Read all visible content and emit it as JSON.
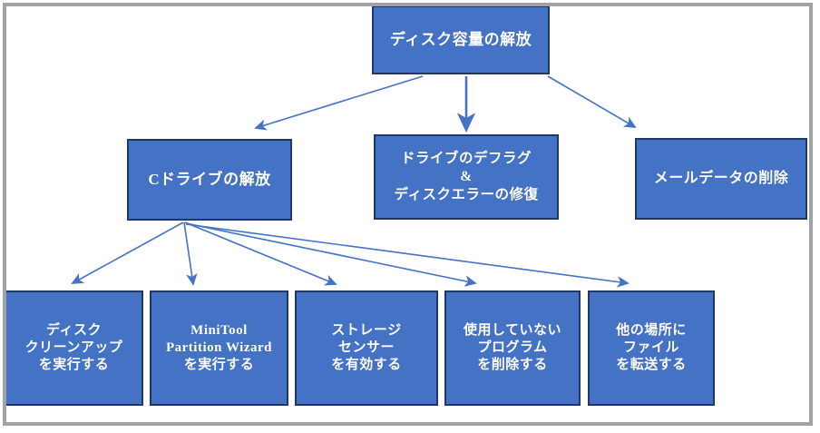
{
  "diagram": {
    "title_node": "ディスク容量の解放",
    "colors": {
      "node_fill": "#4472C4",
      "node_border": "#1F3864",
      "node_text": "#FFFFFF",
      "arrow": "#4472C4",
      "frame": "#A0A3A6",
      "background": "#FFFFFF"
    },
    "type": "tree-flowchart",
    "nodes": {
      "root": {
        "lines": [
          "ディスク容量の解放"
        ]
      },
      "c_drive": {
        "lines": [
          "Cドライブの解放"
        ]
      },
      "defrag": {
        "lines": [
          "ドライブのデフラグ",
          "&",
          "ディスクエラーの修復"
        ]
      },
      "mail": {
        "lines": [
          "メールデータの削除"
        ]
      },
      "cleanup": {
        "lines": [
          "ディスク",
          "クリーンアップ",
          "を実行する"
        ]
      },
      "minitool": {
        "lines": [
          "MiniTool",
          "Partition Wizard",
          "を実行する"
        ]
      },
      "storage": {
        "lines": [
          "ストレージ",
          "センサー",
          "を有効する"
        ]
      },
      "uninstall": {
        "lines": [
          "使用していない",
          "プログラム",
          "を削除する"
        ]
      },
      "transfer": {
        "lines": [
          "他の場所に",
          "ファイル",
          "を転送する"
        ]
      }
    },
    "edges": [
      {
        "from": "root",
        "to": "c_drive"
      },
      {
        "from": "root",
        "to": "defrag"
      },
      {
        "from": "root",
        "to": "mail"
      },
      {
        "from": "c_drive",
        "to": "cleanup"
      },
      {
        "from": "c_drive",
        "to": "minitool"
      },
      {
        "from": "c_drive",
        "to": "storage"
      },
      {
        "from": "c_drive",
        "to": "uninstall"
      },
      {
        "from": "c_drive",
        "to": "transfer"
      }
    ]
  }
}
